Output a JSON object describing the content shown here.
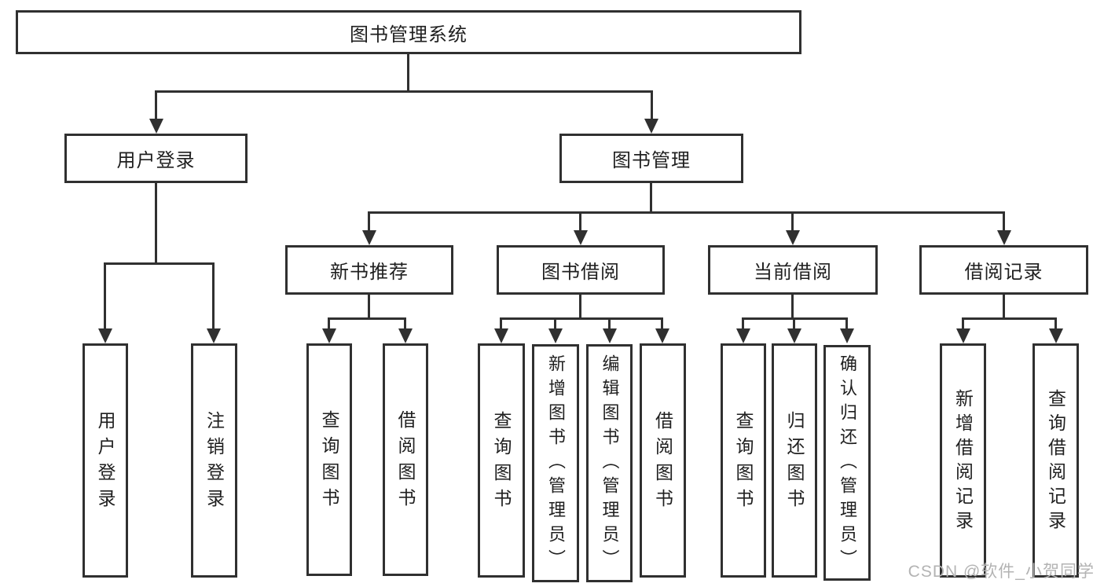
{
  "colors": {
    "line": "#303030",
    "text": "#1f1f1f",
    "watermark": "#b3b3b3"
  },
  "nodes": {
    "root": "图书管理系统",
    "user_login": "用户登录",
    "book_mgmt": "图书管理",
    "new_book_rec": "新书推荐",
    "book_borrow": "图书借阅",
    "current_borrow": "当前借阅",
    "borrow_record": "借阅记录",
    "ul_user_login": "用户登录",
    "ul_logout": "注销登录",
    "nb_query": "查询图书",
    "nb_borrow": "借阅图书",
    "bb_query": "查询图书",
    "bb_add": "新增图书（管理员）",
    "bb_edit": "编辑图书（管理员）",
    "bb_borrow": "借阅图书",
    "cb_query": "查询图书",
    "cb_return": "归还图书",
    "cb_confirm": "确认归还（管理员）",
    "br_add": "新增借阅记录",
    "br_query": "查询借阅记录"
  },
  "watermark": {
    "text": "CSDN @软件_小贺同学"
  }
}
